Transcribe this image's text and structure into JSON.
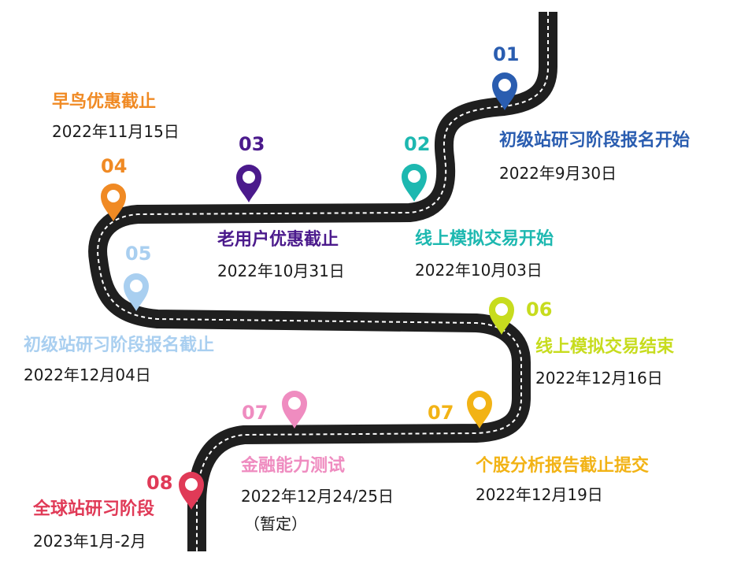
{
  "colors": {
    "road": "#1f1f1f",
    "dash": "#ffffff"
  },
  "milestones": [
    {
      "num": "01",
      "title": "初级站研习阶段报名开始",
      "date": "2022年9月30日",
      "date2": "",
      "color": "#2a5db0",
      "icon": "location-pin-icon"
    },
    {
      "num": "02",
      "title": "线上模拟交易开始",
      "date": "2022年10月03日",
      "date2": "",
      "color": "#1db8b0",
      "icon": "location-pin-icon"
    },
    {
      "num": "03",
      "title": "老用户优惠截止",
      "date": "2022年10月31日",
      "date2": "",
      "color": "#4b1a8c",
      "icon": "location-pin-icon"
    },
    {
      "num": "04",
      "title": "早鸟优惠截止",
      "date": "2022年11月15日",
      "date2": "",
      "color": "#f08a24",
      "icon": "location-pin-icon"
    },
    {
      "num": "05",
      "title": "初级站研习阶段报名截止",
      "date": "2022年12月04日",
      "date2": "",
      "color": "#a9cff0",
      "icon": "location-pin-icon"
    },
    {
      "num": "06",
      "title": "线上模拟交易结束",
      "date": "2022年12月16日",
      "date2": "",
      "color": "#c7dc1e",
      "icon": "location-pin-icon"
    },
    {
      "num": "07",
      "title": "个股分析报告截止提交",
      "date": "2022年12月19日",
      "date2": "",
      "color": "#f2b315",
      "icon": "location-pin-icon"
    },
    {
      "num": "07",
      "title": "金融能力测试",
      "date": "2022年12月24/25日",
      "date2": "（暂定）",
      "color": "#ef8cc0",
      "icon": "location-pin-icon"
    },
    {
      "num": "08",
      "title": "全球站研习阶段",
      "date": "2023年1月-2月",
      "date2": "",
      "color": "#e03a57",
      "icon": "location-pin-icon"
    }
  ]
}
